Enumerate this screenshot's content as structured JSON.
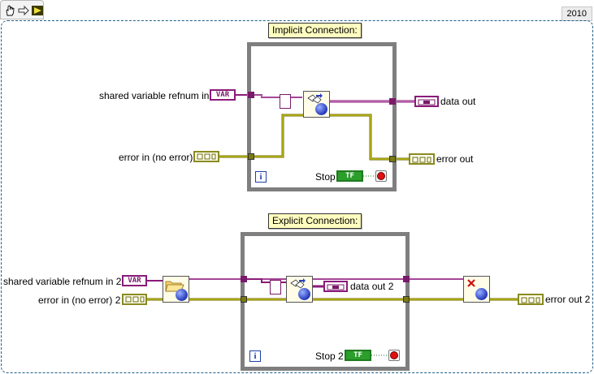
{
  "version_badge": "2010",
  "toolbar": {
    "icons": [
      "hand-pointer-icon",
      "arrow-right-icon",
      "run-icon"
    ]
  },
  "implicit": {
    "title": "Implicit Connection:",
    "labels": {
      "refnum_in": "shared variable refnum in",
      "error_in": "error in (no error)",
      "data_out": "data out",
      "error_out": "error out",
      "stop": "Stop"
    }
  },
  "explicit": {
    "title": "Explicit Connection:",
    "labels": {
      "refnum_in": "shared variable refnum in 2",
      "error_in": "error in (no error) 2",
      "data_out": "data out 2",
      "error_out": "error out 2",
      "stop": "Stop 2"
    }
  },
  "terminal_text": {
    "var": "VAR",
    "tf": "TF",
    "iter": "i"
  },
  "colors": {
    "refnum_wire": "#8a1b7a",
    "error_wire_dark": "#6b6b00",
    "error_wire_light": "#e8e020",
    "loop_border": "#7f7f7f",
    "frame": "#1f5f8a"
  }
}
